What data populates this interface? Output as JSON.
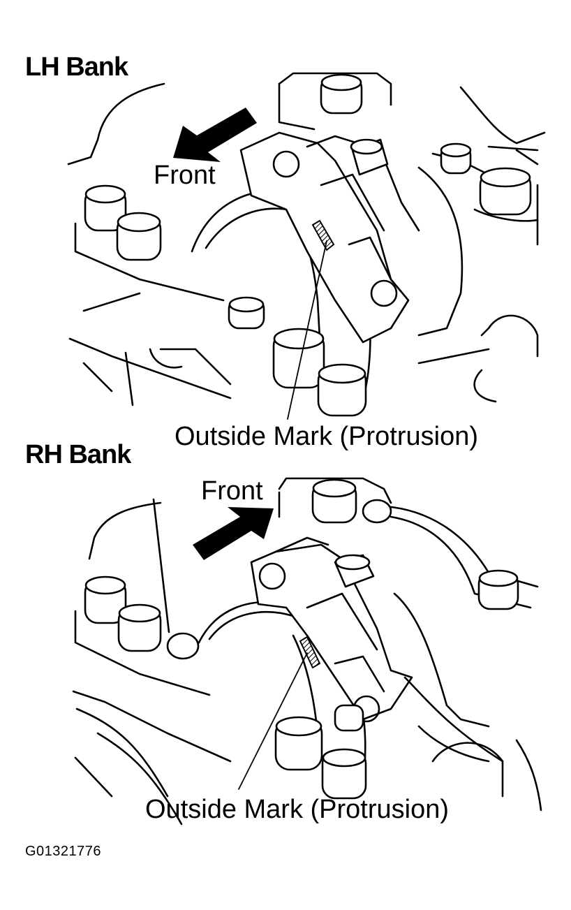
{
  "lh_bank": {
    "title": "LH Bank",
    "front_label": "Front",
    "callout_label": "Outside Mark (Protrusion)"
  },
  "rh_bank": {
    "title": "RH Bank",
    "front_label": "Front",
    "callout_label": "Outside Mark (Protrusion)"
  },
  "figure_code": "G01321776",
  "colors": {
    "ink": "#000000",
    "paper": "#ffffff"
  },
  "icons": {
    "front_arrow": "arrow-icon",
    "outside_mark": "hatched-protrusion-icon"
  }
}
